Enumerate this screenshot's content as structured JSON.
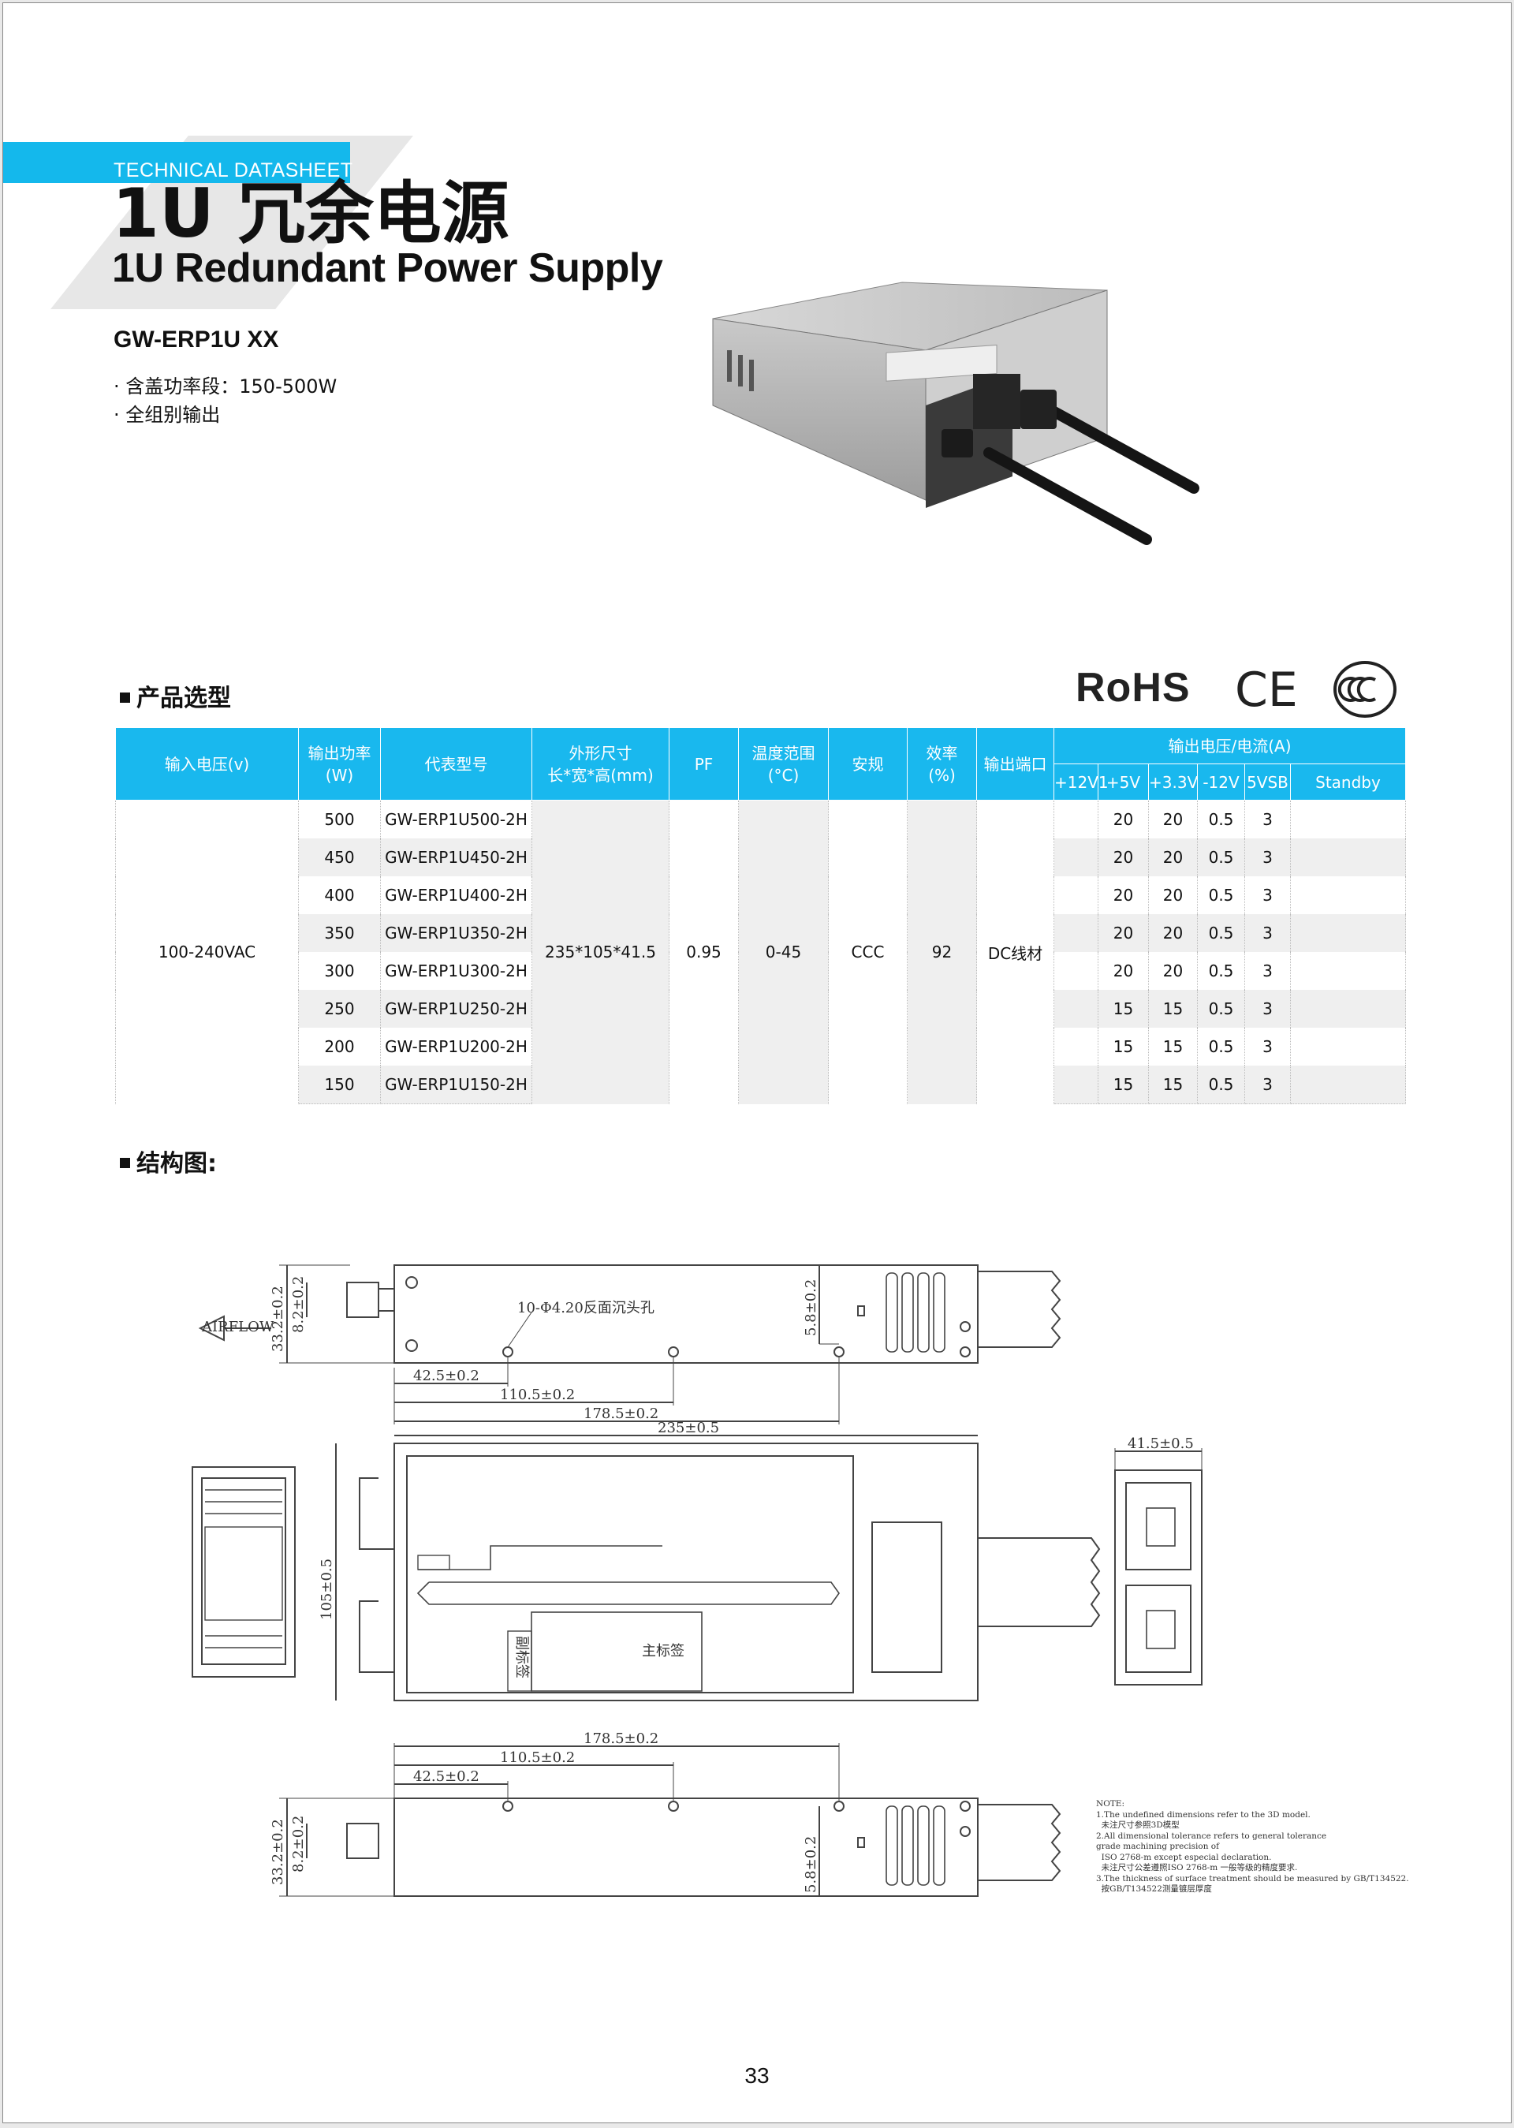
{
  "header": {
    "label": "TECHNICAL DATASHEET",
    "title_cn": "1U 冗余电源",
    "title_en": "1U Redundant Power Supply",
    "model": "GW-ERP1U XX",
    "features": [
      "· 含盖功率段：150-500W",
      "· 全组别输出"
    ]
  },
  "certs": {
    "rohs": "RoHS",
    "ce": "CE",
    "ccc": "CCC"
  },
  "selection": {
    "heading": "产品选型",
    "columns": {
      "input": "输入电压(v)",
      "power_1": "输出功率",
      "power_2": "(W)",
      "model": "代表型号",
      "size_1": "外形尺寸",
      "size_2": "长*宽*高(mm)",
      "pf": "PF",
      "temp_1": "温度范围",
      "temp_2": "(°C)",
      "safety": "安规",
      "eff_1": "效率",
      "eff_2": "(%)",
      "port": "输出端口",
      "output_group": "输出电压/电流(A)",
      "v12": "+12V1",
      "v5": "+5V",
      "v33": "+3.3V",
      "vn12": "-12V",
      "vsb": "5VSB",
      "standby": "Standby"
    },
    "shared": {
      "input": "100-240VAC",
      "size": "235*105*41.5",
      "pf": "0.95",
      "temp": "0-45",
      "safety": "CCC",
      "eff": "92",
      "port": "DC线材"
    },
    "rows": [
      {
        "power": "500",
        "model": "GW-ERP1U500-2H",
        "v12": "",
        "v5": "20",
        "v33": "20",
        "vn12": "0.5",
        "vsb": "3",
        "standby": ""
      },
      {
        "power": "450",
        "model": "GW-ERP1U450-2H",
        "v12": "",
        "v5": "20",
        "v33": "20",
        "vn12": "0.5",
        "vsb": "3",
        "standby": ""
      },
      {
        "power": "400",
        "model": "GW-ERP1U400-2H",
        "v12": "",
        "v5": "20",
        "v33": "20",
        "vn12": "0.5",
        "vsb": "3",
        "standby": ""
      },
      {
        "power": "350",
        "model": "GW-ERP1U350-2H",
        "v12": "",
        "v5": "20",
        "v33": "20",
        "vn12": "0.5",
        "vsb": "3",
        "standby": ""
      },
      {
        "power": "300",
        "model": "GW-ERP1U300-2H",
        "v12": "",
        "v5": "20",
        "v33": "20",
        "vn12": "0.5",
        "vsb": "3",
        "standby": ""
      },
      {
        "power": "250",
        "model": "GW-ERP1U250-2H",
        "v12": "",
        "v5": "15",
        "v33": "15",
        "vn12": "0.5",
        "vsb": "3",
        "standby": ""
      },
      {
        "power": "200",
        "model": "GW-ERP1U200-2H",
        "v12": "",
        "v5": "15",
        "v33": "15",
        "vn12": "0.5",
        "vsb": "3",
        "standby": ""
      },
      {
        "power": "150",
        "model": "GW-ERP1U150-2H",
        "v12": "",
        "v5": "15",
        "v33": "15",
        "vn12": "0.5",
        "vsb": "3",
        "standby": ""
      }
    ]
  },
  "structure": {
    "heading": "结构图:",
    "airflow": "AIRFLOW",
    "holes": "10-Φ4.20反面沉头孔",
    "dims": {
      "d332": "33.2±0.2",
      "d82": "8.2±0.2",
      "d58": "5.8±0.2",
      "d425": "42.5±0.2",
      "d1105": "110.5±0.2",
      "d1785": "178.5±0.2",
      "d235": "235±0.5",
      "d105": "105±0.5",
      "d415": "41.5±0.5"
    },
    "main_label": "主标签",
    "side_label": "副标签",
    "notes": [
      "NOTE:",
      "1.The undefined dimensions refer to the 3D model.",
      "  未注尺寸参照3D模型",
      "2.All dimensional tolerance refers to general tolerance",
      "grade machining precision of",
      "  ISO 2768-m except especial declaration.",
      "  未注尺寸公差遵照ISO 2768-m 一般等级的精度要求.",
      "3.The thickness of surface treatment should be measured by GB/T134522.",
      "  按GB/T134522测量镀层厚度"
    ]
  },
  "page_number": "33"
}
